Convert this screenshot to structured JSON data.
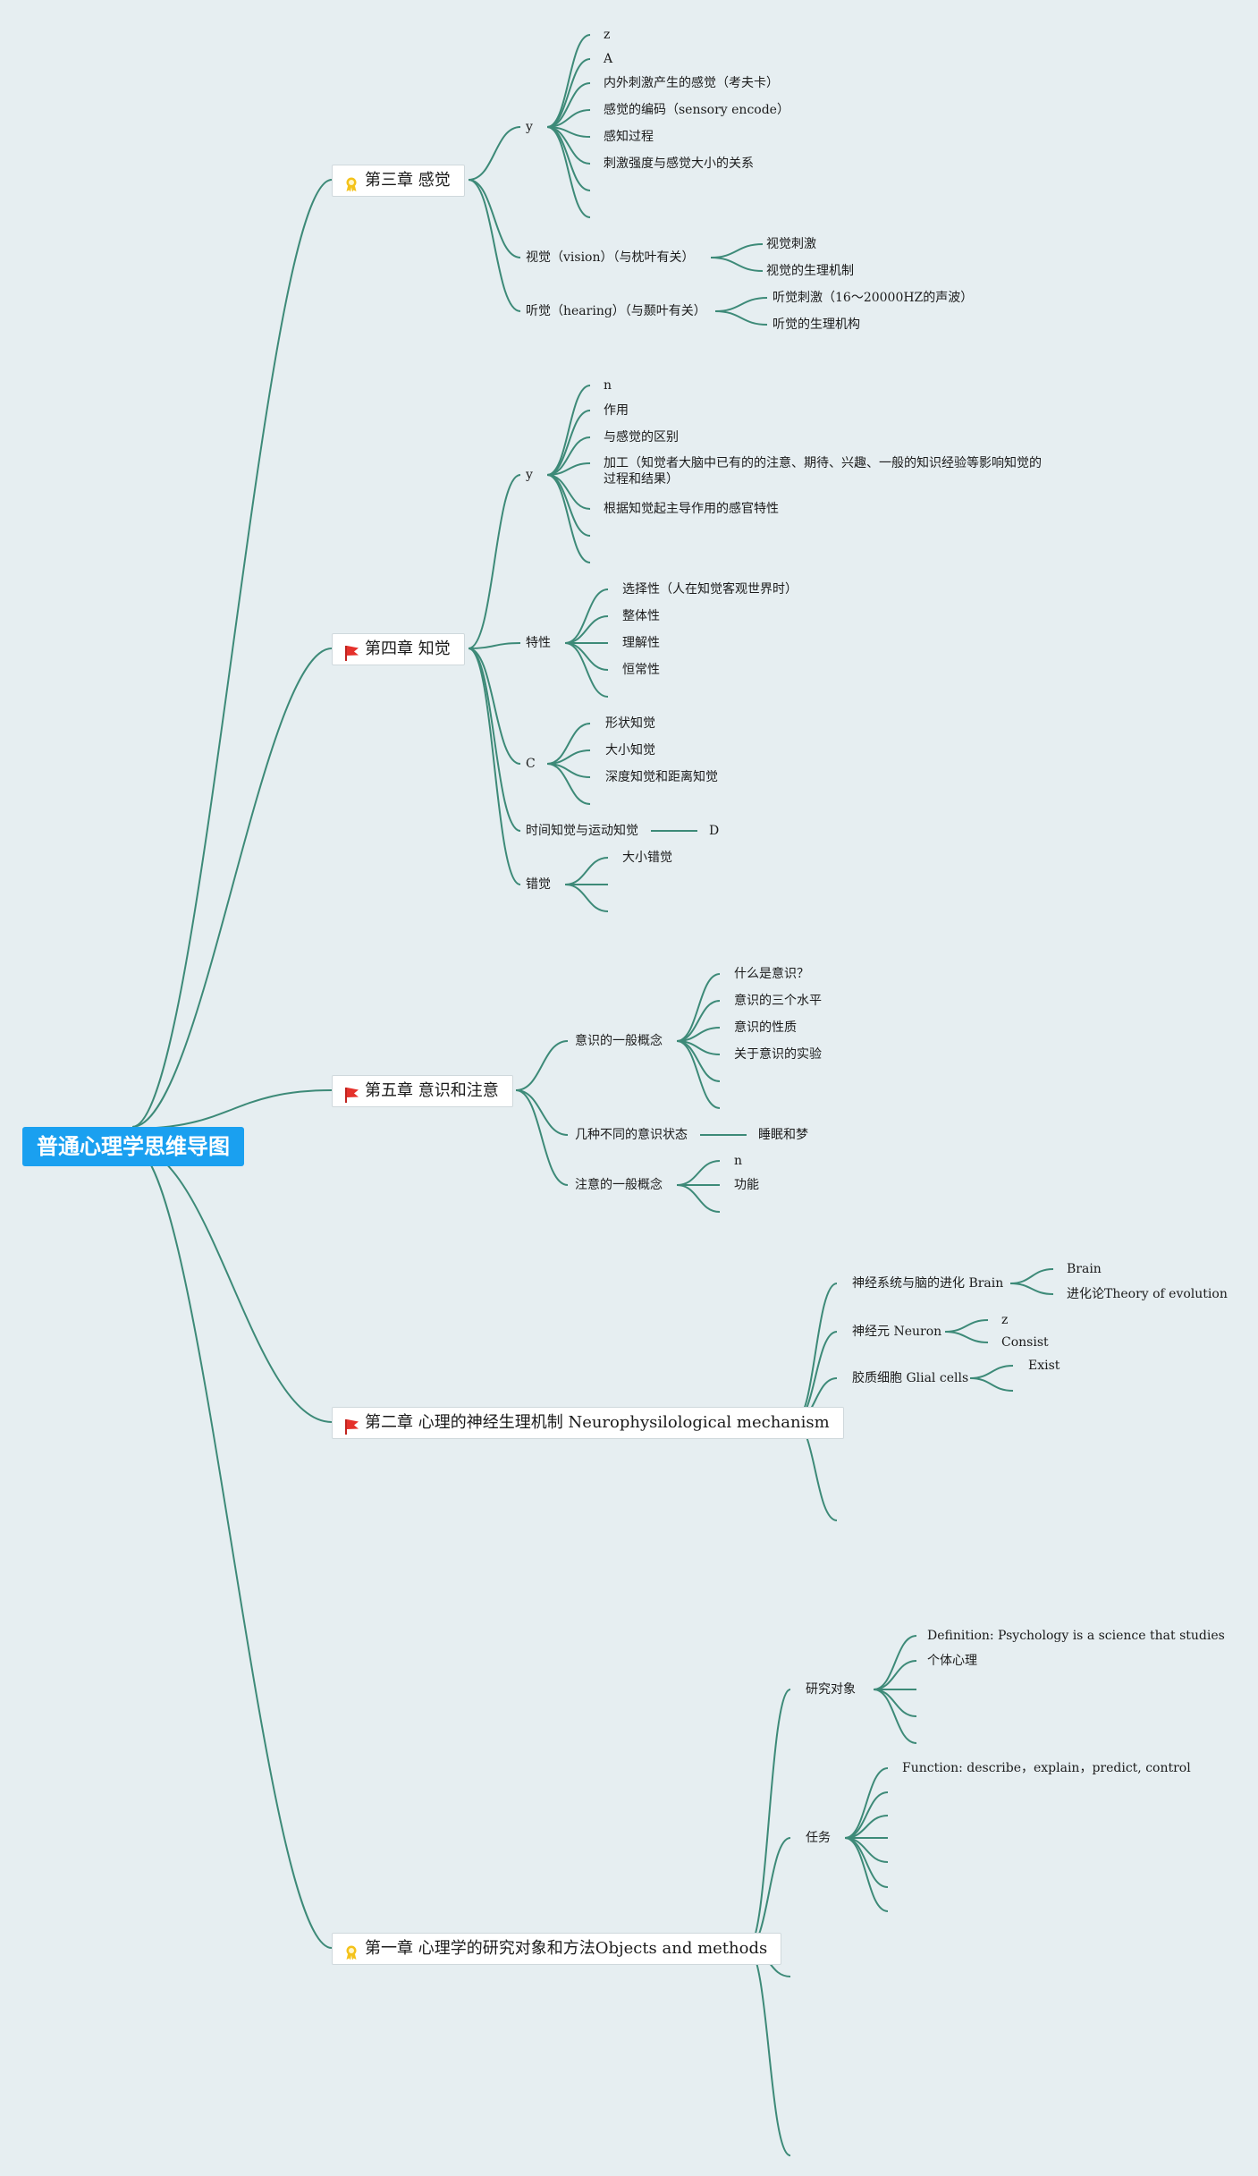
{
  "root": {
    "label": "普通心理学思维导图"
  },
  "chapters": [
    {
      "id": "ch3",
      "label": "第三章 感觉",
      "icon": "award-icon"
    },
    {
      "id": "ch4",
      "label": "第四章 知觉",
      "icon": "flag-icon"
    },
    {
      "id": "ch5",
      "label": "第五章 意识和注意",
      "icon": "flag-icon"
    },
    {
      "id": "ch2",
      "label": "第二章 心理的神经生理机制 Neurophysilological mechanism",
      "icon": "flag-icon"
    },
    {
      "id": "ch1",
      "label": "第一章 心理学的研究对象和方法Objects and methods",
      "icon": "award-icon"
    }
  ],
  "nodes": {
    "ch3_y": "y",
    "ch3_y_1": "z",
    "ch3_y_2": "A",
    "ch3_y_3": "内外刺激产生的感觉（考夫卡）",
    "ch3_y_4": "感觉的编码（sensory encode）",
    "ch3_y_5": "感知过程",
    "ch3_y_6": "刺激强度与感觉大小的关系",
    "ch3_vision": "视觉（vision）（与枕叶有关）",
    "ch3_vision_1": "视觉刺激",
    "ch3_vision_2": "视觉的生理机制",
    "ch3_hearing": "听觉（hearing）（与颞叶有关）",
    "ch3_hearing_1": "听觉刺激（16～20000HZ的声波）",
    "ch3_hearing_2": "听觉的生理机构",
    "ch4_y": "y",
    "ch4_y_1": "n",
    "ch4_y_2": "作用",
    "ch4_y_3": "与感觉的区别",
    "ch4_y_4": "加工（知觉者大脑中已有的的注意、期待、兴趣、一般的知识经验等影响知觉的过程和结果）",
    "ch4_y_5": "根据知觉起主导作用的感官特性",
    "ch4_trait": "特性",
    "ch4_trait_1": "选择性（人在知觉客观世界时）",
    "ch4_trait_2": "整体性",
    "ch4_trait_3": "理解性",
    "ch4_trait_4": "恒常性",
    "ch4_c": "C",
    "ch4_c_1": "形状知觉",
    "ch4_c_2": "大小知觉",
    "ch4_c_3": "深度知觉和距离知觉",
    "ch4_time": "时间知觉与运动知觉",
    "ch4_time_1": "D",
    "ch4_illusion": "错觉",
    "ch4_illusion_1": "大小错觉",
    "ch5_concept": "意识的一般概念",
    "ch5_concept_1": "什么是意识？",
    "ch5_concept_2": "意识的三个水平",
    "ch5_concept_3": "意识的性质",
    "ch5_concept_4": "关于意识的实验",
    "ch5_states": "几种不同的意识状态",
    "ch5_states_1": "睡眠和梦",
    "ch5_attention": "注意的一般概念",
    "ch5_attention_1": "n",
    "ch5_attention_2": "功能",
    "ch2_brain": "神经系统与脑的进化 Brain",
    "ch2_brain_1": "Brain",
    "ch2_brain_2": "进化论Theory of evolution",
    "ch2_neuron": "神经元 Neuron",
    "ch2_neuron_1": "z",
    "ch2_neuron_2": "Consist",
    "ch2_glial": "胶质细胞 Glial cells",
    "ch2_glial_1": "Exist",
    "ch1_object": "研究对象",
    "ch1_object_1": "Definition: Psychology is a science that studies",
    "ch1_object_2": "个体心理",
    "ch1_task": "任务",
    "ch1_task_1": "Function: describe，explain，predict, control"
  },
  "colors": {
    "line": "#3d8a78",
    "root_bg": "#1aa0f0",
    "flag": "#e5312b",
    "award": "#f4c21a",
    "background": "#e6eef1"
  }
}
